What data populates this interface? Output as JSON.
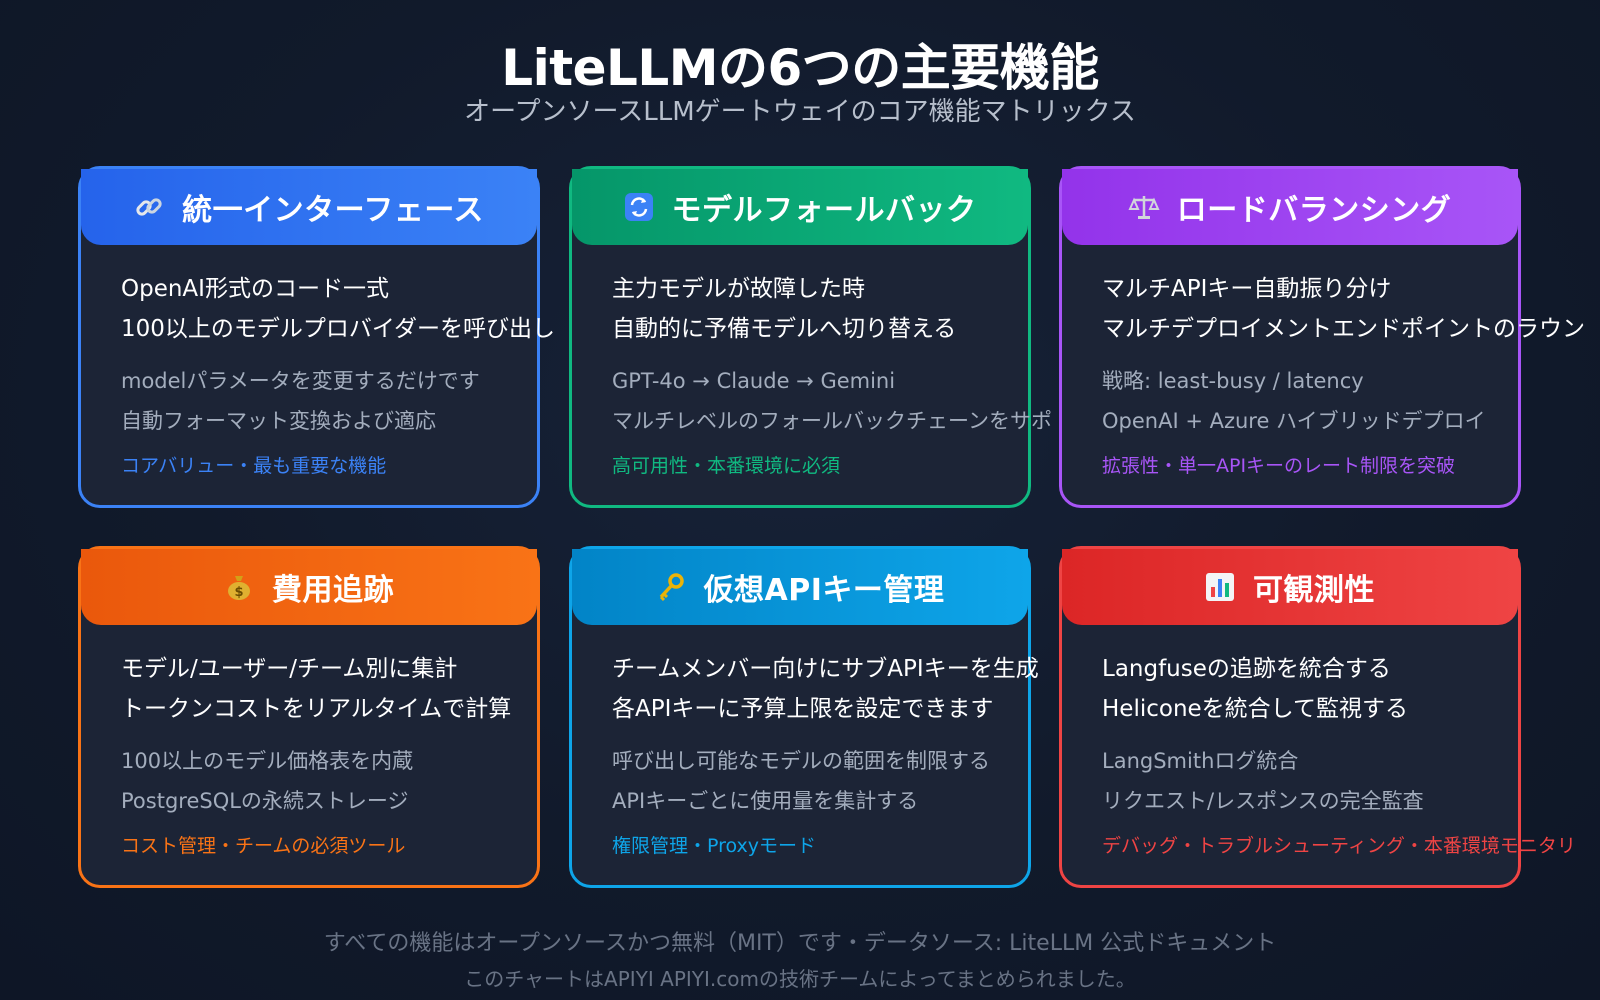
{
  "header": {
    "title": "LiteLLMの6つの主要機能",
    "subtitle": "オープンソースLLMゲートウェイのコア機能マトリックス"
  },
  "cards": [
    {
      "icon": "link-icon",
      "title": "統一インターフェース",
      "main": [
        "OpenAI形式のコード一式",
        "100以上のモデルプロバイダーを呼び出し"
      ],
      "details": [
        "modelパラメータを変更するだけです",
        "自動フォーマット変換および適応"
      ],
      "tag": "コアバリュー・最も重要な機能",
      "color": "#3b82f6",
      "header_gradient": [
        "#2563eb",
        "#3b82f6"
      ]
    },
    {
      "icon": "refresh-icon",
      "title": "モデルフォールバック",
      "main": [
        "主力モデルが故障した時",
        "自動的に予備モデルへ切り替える"
      ],
      "details": [
        "GPT-4o → Claude → Gemini",
        "マルチレベルのフォールバックチェーンをサポ"
      ],
      "tag": "高可用性・本番環境に必須",
      "color": "#10b981",
      "header_gradient": [
        "#059669",
        "#10b981"
      ]
    },
    {
      "icon": "balance-scale-icon",
      "title": "ロードバランシング",
      "main": [
        "マルチAPIキー自動振り分け",
        "マルチデプロイメントエンドポイントのラウン"
      ],
      "details": [
        "戦略: least-busy / latency",
        "OpenAI + Azure ハイブリッドデプロイ"
      ],
      "tag": "拡張性・単一APIキーのレート制限を突破",
      "color": "#a855f7",
      "header_gradient": [
        "#9333ea",
        "#a855f7"
      ]
    },
    {
      "icon": "money-bag-icon",
      "title": "費用追跡",
      "main": [
        "モデル/ユーザー/チーム別に集計",
        "トークンコストをリアルタイムで計算"
      ],
      "details": [
        "100以上のモデル価格表を内蔵",
        "PostgreSQLの永続ストレージ"
      ],
      "tag": "コスト管理・チームの必須ツール",
      "color": "#f97316",
      "header_gradient": [
        "#ea580c",
        "#f97316"
      ]
    },
    {
      "icon": "key-icon",
      "title": "仮想APIキー管理",
      "main": [
        "チームメンバー向けにサブAPIキーを生成",
        "各APIキーに予算上限を設定できます"
      ],
      "details": [
        "呼び出し可能なモデルの範囲を制限する",
        "APIキーごとに使用量を集計する"
      ],
      "tag": "権限管理・Proxyモード",
      "color": "#0ea5e9",
      "header_gradient": [
        "#0284c7",
        "#0ea5e9"
      ]
    },
    {
      "icon": "bar-chart-icon",
      "title": "可観測性",
      "main": [
        "Langfuseの追跡を統合する",
        "Heliconeを統合して監視する"
      ],
      "details": [
        "LangSmithログ統合",
        "リクエスト/レスポンスの完全監査"
      ],
      "tag": "デバッグ・トラブルシューティング・本番環境モニタリ",
      "color": "#ef4444",
      "header_gradient": [
        "#dc2626",
        "#ef4444"
      ]
    }
  ],
  "footer": {
    "line1": "すべての機能はオープンソースかつ無料（MIT）です・データソース: LiteLLM 公式ドキュメント",
    "line2": "このチャートはAPIYI APIYI.comの技術チームによってまとめられました。"
  }
}
